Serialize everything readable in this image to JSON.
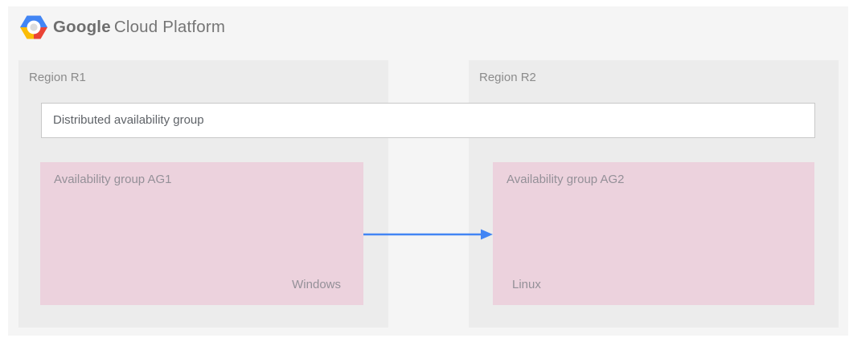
{
  "header": {
    "brand": {
      "primary": "Google",
      "secondary": "Cloud Platform"
    },
    "logo_icon": "google-cloud-platform-hexagon"
  },
  "diagram": {
    "distributed_group": {
      "label": "Distributed availability group"
    },
    "regions": [
      {
        "label": "Region R1",
        "availability_group": {
          "label": "Availability group AG1",
          "os": "Windows"
        }
      },
      {
        "label": "Region R2",
        "availability_group": {
          "label": "Availability group AG2",
          "os": "Linux"
        }
      }
    ],
    "arrow": {
      "from": "Availability group AG1",
      "to": "Availability group AG2",
      "direction": "right"
    },
    "colors": {
      "page_bg": "#ffffff",
      "panel_bg": "#f5f5f5",
      "region_bg": "#ececec",
      "availability_group_bg": "#ecd2dd",
      "distributed_box_bg": "#ffffff",
      "distributed_box_border": "#c8c8c8",
      "region_label_text": "#8b8b8b",
      "distributed_label_text": "#5f6368",
      "brand_text": "#757575",
      "arrow_blue": "#4285f4",
      "logo_blue": "#4285f4",
      "logo_red": "#ea4335",
      "logo_yellow": "#fbbc05"
    }
  }
}
